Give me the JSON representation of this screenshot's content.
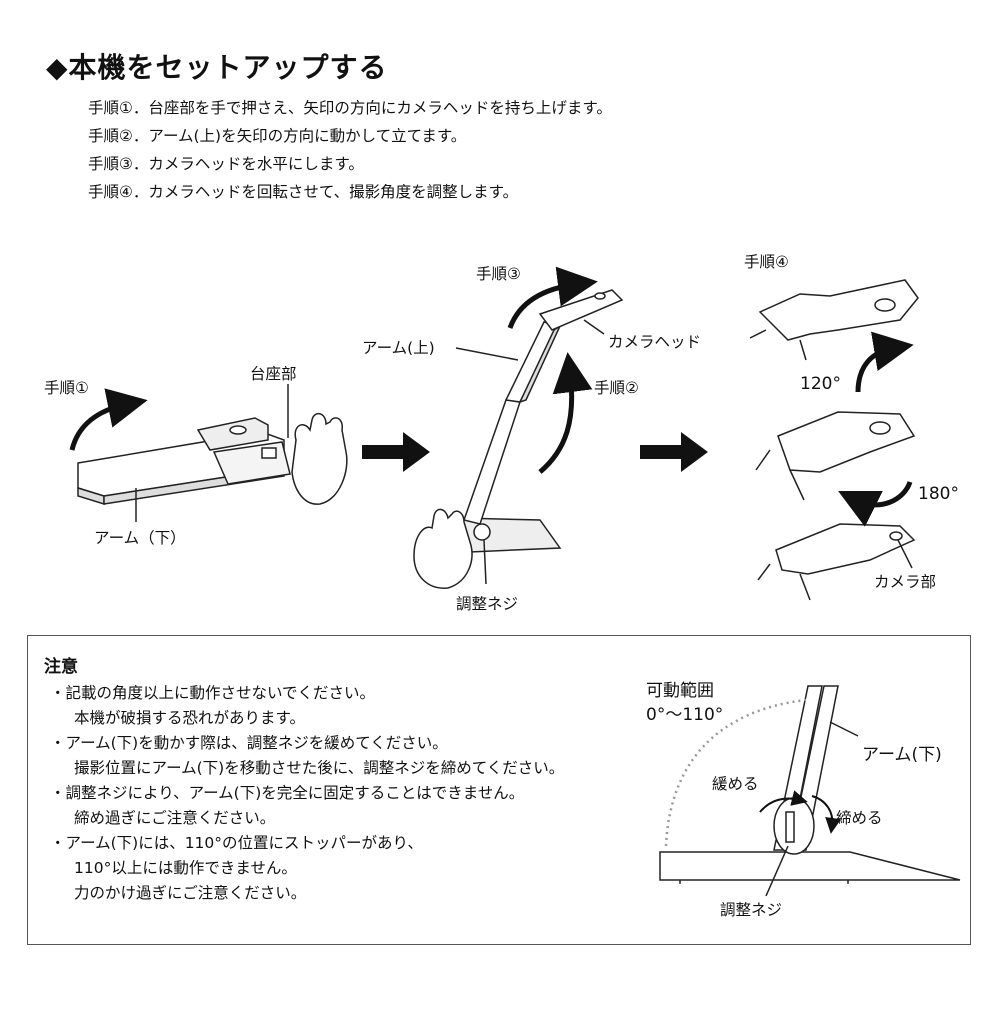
{
  "title": "◆本機をセットアップする",
  "steps": [
    "手順①．台座部を手で押さえ、矢印の方向にカメラヘッドを持ち上げます。",
    "手順②．アーム(上)を矢印の方向に動かして立てます。",
    "手順③．カメラヘッドを水平にします。",
    "手順④．カメラヘッドを回転させて、撮影角度を調整します。"
  ],
  "figure": {
    "step1": "手順①",
    "base": "台座部",
    "arm_lower": "アーム（下）",
    "arm_upper": "アーム(上)",
    "step3": "手順③",
    "camera_head": "カメラヘッド",
    "step2": "手順②",
    "adjust_screw": "調整ネジ",
    "step4": "手順④",
    "deg120": "120°",
    "deg180": "180°",
    "camera_part": "カメラ部"
  },
  "caution": {
    "title": "注意",
    "notes": [
      {
        "line1": "・記載の角度以上に動作させないでください。",
        "line2": "本機が破損する恐れがあります。",
        "line3": ""
      },
      {
        "line1": "・アーム(下)を動かす際は、調整ネジを緩めてください。",
        "line2": "撮影位置にアーム(下)を移動させた後に、調整ネジを締めてください。",
        "line3": ""
      },
      {
        "line1": "・調整ネジにより、アーム(下)を完全に固定することはできません。",
        "line2": "締め過ぎにご注意ください。",
        "line3": ""
      },
      {
        "line1": "・アーム(下)には、110°の位置にストッパーがあり、",
        "line2": "110°以上には動作できません。",
        "line3": "力のかけ過ぎにご注意ください。"
      }
    ],
    "diagram": {
      "range_title": "可動範囲",
      "range_value": "0°～110°",
      "arm_lower": "アーム(下)",
      "loosen": "緩める",
      "tighten": "締める",
      "adjust_screw": "調整ネジ"
    }
  }
}
